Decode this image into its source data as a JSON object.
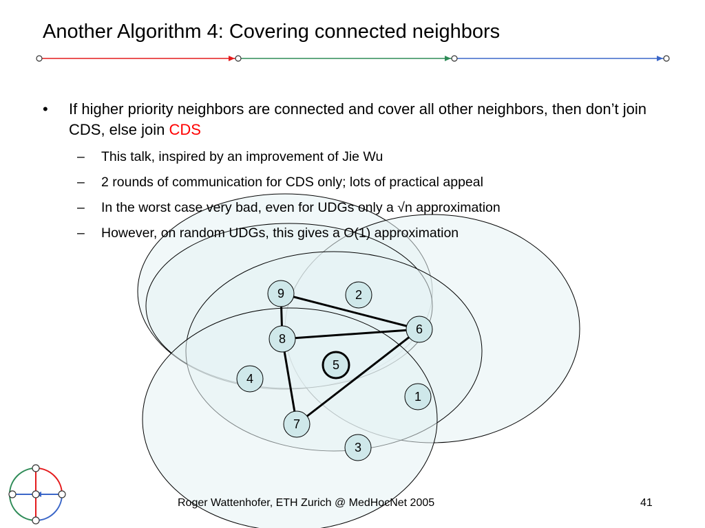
{
  "slide": {
    "title": "Another Algorithm 4: Covering connected neighbors",
    "bullet": {
      "marker": "•",
      "text_main": "If higher priority neighbors are connected and cover all other neighbors, then don’t join CDS, else join ",
      "text_highlight": "CDS",
      "highlight_color": "#ff0000"
    },
    "sub_marker": "–",
    "sub_bullets": [
      "This talk, inspired by an improvement of Jie Wu",
      "2 rounds of communication for CDS only; lots of practical appeal",
      "In the worst case very bad, even for UDGs only a √n approximation",
      "However, on random UDGs, this gives a O(1) approximation"
    ],
    "footer": "Roger Wattenhofer, ETH Zurich @ MedHocNet 2005",
    "page_number": "41"
  },
  "colors": {
    "rule_red": "#e41a1c",
    "rule_green": "#2e8b57",
    "rule_blue": "#3a66c8",
    "node_fill": "#cfe8ea",
    "circle_fill": "#e6f2f4"
  },
  "graph": {
    "nodes": [
      {
        "id": "9",
        "label": "9"
      },
      {
        "id": "2",
        "label": "2"
      },
      {
        "id": "6",
        "label": "6"
      },
      {
        "id": "8",
        "label": "8"
      },
      {
        "id": "5",
        "label": "5",
        "highlighted": true
      },
      {
        "id": "4",
        "label": "4"
      },
      {
        "id": "1",
        "label": "1"
      },
      {
        "id": "7",
        "label": "7"
      },
      {
        "id": "3",
        "label": "3"
      }
    ],
    "edges": [
      [
        "9",
        "8"
      ],
      [
        "9",
        "6"
      ],
      [
        "8",
        "6"
      ],
      [
        "8",
        "7"
      ],
      [
        "7",
        "6"
      ]
    ]
  }
}
